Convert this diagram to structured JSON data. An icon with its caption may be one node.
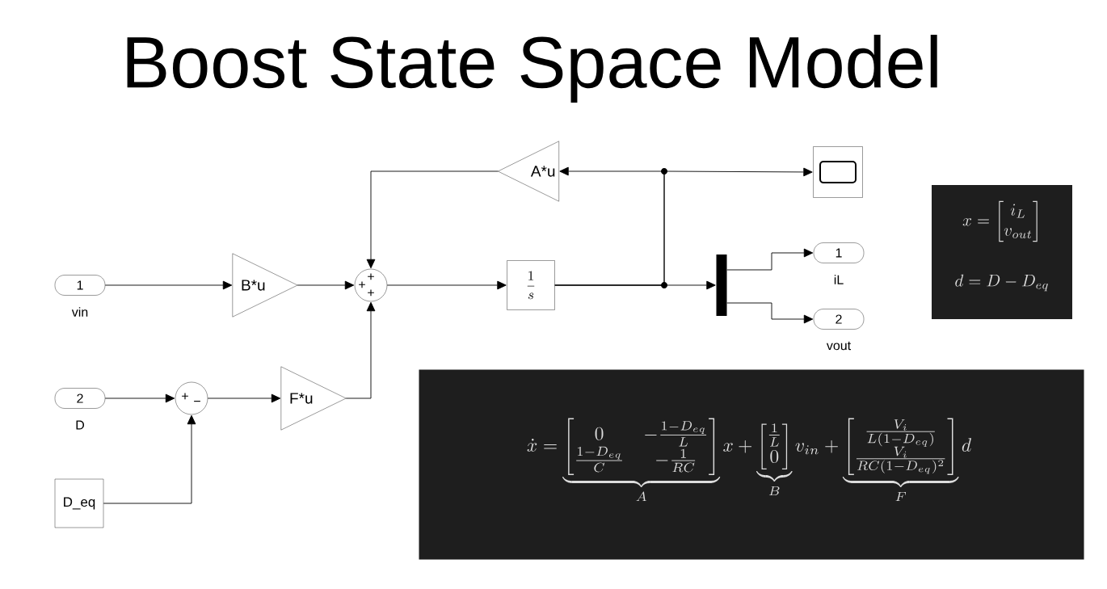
{
  "diagram": {
    "title": "Boost State Space Model",
    "nodes": [
      {
        "text": [
          "1"
        ],
        "beside": [
          "vin"
        ]
      },
      {
        "text": [
          "B*u"
        ]
      },
      {
        "text": [
          "+",
          "+",
          "+"
        ]
      },
      {
        "text": [
          "\\frac{1}{s}"
        ]
      },
      {
        "text": [
          "A*u"
        ]
      },
      {
        "text": [],
        "shape": "box"
      },
      {
        "text": [],
        "shape": "bar"
      },
      {
        "text": [
          "1"
        ],
        "beside": [
          "iL"
        ]
      },
      {
        "text": [
          "2"
        ],
        "beside": [
          "vout"
        ]
      },
      {
        "text": [
          "2"
        ],
        "beside": [
          "D"
        ]
      },
      {
        "text": [
          "+",
          "−"
        ]
      },
      {
        "text": [
          "F*u"
        ]
      },
      {
        "text": [
          "D_eq"
        ]
      },
      {
        "text": [
          "x = \\begin{bmatrix} i_L \\\\ v_{out} \\end{bmatrix}",
          "d = D - D_{eq}"
        ]
      },
      {
        "text": [
          "\\dot{x} = \\underbrace{\\begin{bmatrix} 0 & -\\frac{1-D_{eq}}{L} \\\\ \\frac{1-D_{eq}}{C} & -\\frac{1}{RC} \\end{bmatrix}}_{A} x + \\underbrace{\\begin{bmatrix} \\frac{1}{L} \\\\ 0 \\end{bmatrix}}_{B} v_{in} + \\underbrace{\\begin{bmatrix} \\frac{V_i}{L(1-D_{eq})} \\\\ \\frac{V_i}{RC(1-D_{eq})^2} \\end{bmatrix}}_{F} d"
        ]
      }
    ],
    "edges": [
      {
        "from": 0,
        "to": 1,
        "arrow": "to"
      },
      {
        "from": 1,
        "to": 2,
        "arrow": "to"
      },
      {
        "from": 4,
        "to": 2,
        "arrow": "to"
      },
      {
        "from": 11,
        "to": 2,
        "arrow": "to"
      },
      {
        "from": 2,
        "to": 3,
        "arrow": "to"
      },
      {
        "from": 3,
        "to": 4,
        "arrow": "to"
      },
      {
        "from": 3,
        "to": 5,
        "arrow": "to"
      },
      {
        "from": 3,
        "to": 6,
        "arrow": "to"
      },
      {
        "from": 6,
        "to": 7,
        "arrow": "to"
      },
      {
        "from": 6,
        "to": 8,
        "arrow": "to"
      },
      {
        "from": 9,
        "to": 10,
        "arrow": "to"
      },
      {
        "from": 12,
        "to": 10,
        "arrow": "to"
      },
      {
        "from": 10,
        "to": 11,
        "arrow": "to"
      }
    ]
  }
}
